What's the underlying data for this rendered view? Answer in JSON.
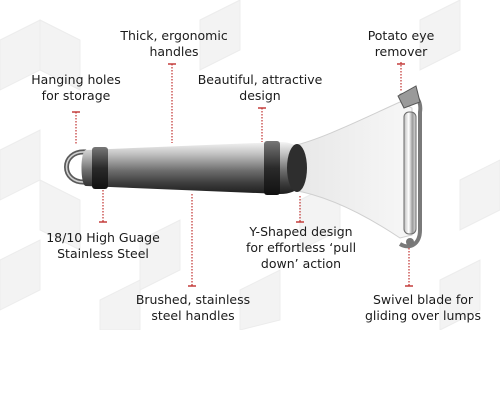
{
  "callouts": {
    "hanging_holes": [
      "Hanging holes",
      "for storage"
    ],
    "thick_handles": [
      "Thick, ergonomic",
      "handles"
    ],
    "beautiful_design": [
      "Beautiful, attractive",
      "design"
    ],
    "potato_eye": [
      "Potato eye",
      "remover"
    ],
    "steel_grade": [
      "18/10 High Guage",
      "Stainless Steel"
    ],
    "y_shaped": [
      "Y-Shaped design",
      "for effortless ‘pull",
      "down’ action"
    ],
    "brushed_handles": [
      "Brushed, stainless",
      "steel handles"
    ],
    "swivel_blade": [
      "Swivel blade for",
      "gliding over lumps"
    ]
  },
  "colors": {
    "leader_line": "#c0312f",
    "background_pattern": "#f2f2f2",
    "steel_dark": "#3a3a3a",
    "steel_light": "#d9d9d9"
  }
}
